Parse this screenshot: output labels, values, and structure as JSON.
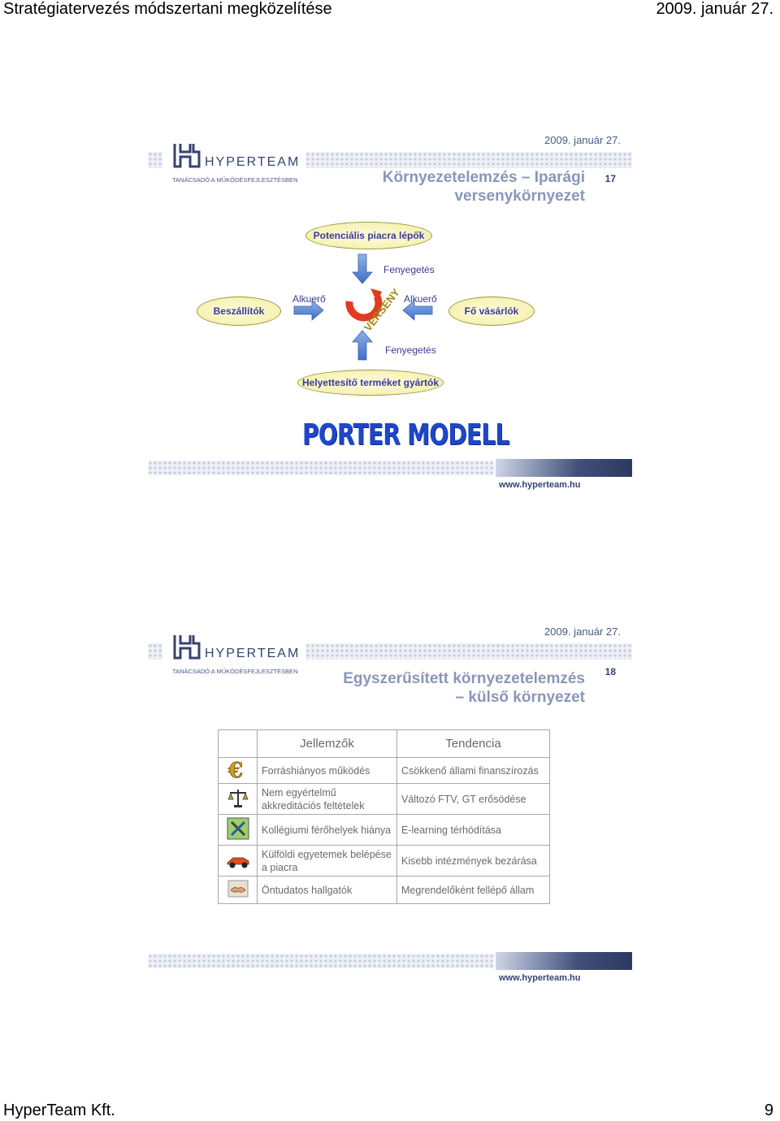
{
  "doc": {
    "header_title": "Stratégiatervezés módszertani megközelítése",
    "header_date": "2009. január 27.",
    "footer_company": "HyperTeam Kft.",
    "footer_page": "9"
  },
  "slides": [
    {
      "date": "2009. január 27.",
      "logo_name": "HYPERTEAM",
      "logo_sub": "TANÁCSADÓ A MŰKÖDÉSFEJLESZTÉSBEN",
      "title_line1": "Környezetelemzés – Iparági",
      "title_line2": "versenykörnyezet",
      "number": "17",
      "url": "www.hyperteam.hu",
      "diagram": {
        "top": "Potenciális piacra lépők",
        "left": "Beszállítók",
        "right": "Fő vásárlók",
        "bottom": "Helyettesítő terméket gyártók",
        "threat_top": "Fenyegetés",
        "threat_bottom": "Fenyegetés",
        "power_left": "Alkuerő",
        "power_right": "Alkuerő",
        "center": "VERSENY",
        "title": "PORTER MODELL"
      }
    },
    {
      "date": "2009. január 27.",
      "logo_name": "HYPERTEAM",
      "logo_sub": "TANÁCSADÓ A MŰKÖDÉSFEJLESZTÉSBEN",
      "title_line1": "Egyszerűsített környezetelemzés",
      "title_line2": "– külső környezet",
      "number": "18",
      "url": "www.hyperteam.hu",
      "table": {
        "headers": [
          "Jellemzők",
          "Tendencia"
        ],
        "rows": [
          {
            "icon": "euro-icon",
            "c1": "Forráshiányos működés",
            "c2": "Csökkenő állami finanszírozás"
          },
          {
            "icon": "scales-icon",
            "c1": "Nem egyértelmű akkreditációs feltételek",
            "c2": "Változó FTV, GT erősödése"
          },
          {
            "icon": "tools-icon",
            "c1": "Kollégiumi férőhelyek hiánya",
            "c2": "E-learning térhódítása"
          },
          {
            "icon": "race-car-icon",
            "c1": "Külföldi egyetemek belépése a piacra",
            "c2": "Kisebb intézmények bezárása"
          },
          {
            "icon": "handshake-icon",
            "c1": "Öntudatos hallgatók",
            "c2": "Megrendelőként fellépő állam"
          }
        ]
      }
    }
  ]
}
